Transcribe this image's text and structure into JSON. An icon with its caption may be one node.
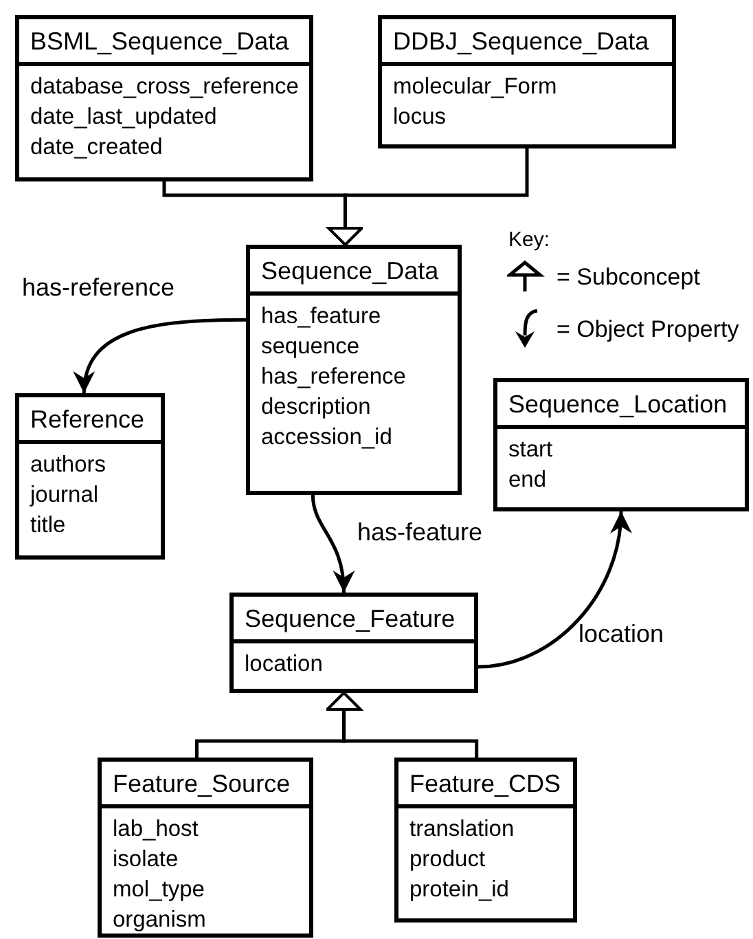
{
  "diagram": {
    "nodes": [
      {
        "text": [
          "BSML_Sequence_Data",
          "database_cross_reference",
          "date_last_updated",
          "date_created"
        ]
      },
      {
        "text": [
          "DDBJ_Sequence_Data",
          "molecular_Form",
          "locus"
        ]
      },
      {
        "text": [
          "Sequence_Data",
          "has_feature",
          "sequence",
          "has_reference",
          "description",
          "accession_id"
        ]
      },
      {
        "text": [
          "Reference",
          "authors",
          "journal",
          "title"
        ]
      },
      {
        "text": [
          "Sequence_Location",
          "start",
          "end"
        ]
      },
      {
        "text": [
          "Sequence_Feature",
          "location"
        ]
      },
      {
        "text": [
          "Feature_Source",
          "lab_host",
          "isolate",
          "mol_type",
          "organism"
        ]
      },
      {
        "text": [
          "Feature_CDS",
          "translation",
          "product",
          "protein_id"
        ]
      }
    ],
    "edges": [
      {
        "from": 0,
        "to": 2,
        "arrow": "to"
      },
      {
        "from": 1,
        "to": 2,
        "arrow": "to"
      },
      {
        "from": 2,
        "to": 3,
        "arrow": "to",
        "label": "has-reference"
      },
      {
        "from": 2,
        "to": 5,
        "arrow": "to",
        "label": "has-feature"
      },
      {
        "from": 5,
        "to": 4,
        "arrow": "to",
        "label": "location"
      },
      {
        "from": 6,
        "to": 5,
        "arrow": "to"
      },
      {
        "from": 7,
        "to": 5,
        "arrow": "to"
      }
    ],
    "labels": [
      "Key:"
    ],
    "legend": [
      {
        "text": "= Subconcept"
      },
      {
        "text": "= Object Property"
      }
    ]
  }
}
